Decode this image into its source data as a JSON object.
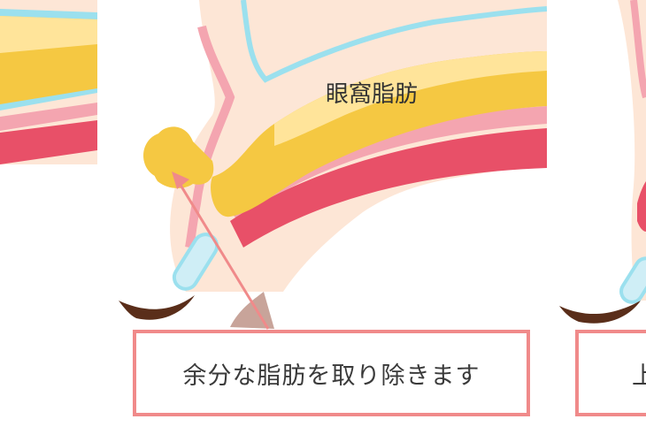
{
  "center_panel": {
    "fat_label": "眼窩脂肪",
    "caption": "余分な脂肪を取り除きます"
  },
  "right_panel": {
    "caption_partial": "上"
  },
  "colors": {
    "fat": "#f5c842",
    "fat_light": "#ffe49a",
    "skin": "#fde6d6",
    "muscle": "#f0808a",
    "muscle_dark": "#e85068",
    "conjunctiva": "#9be0ee",
    "lash": "#5a2e1a",
    "accent_border": "#f08a8a"
  }
}
